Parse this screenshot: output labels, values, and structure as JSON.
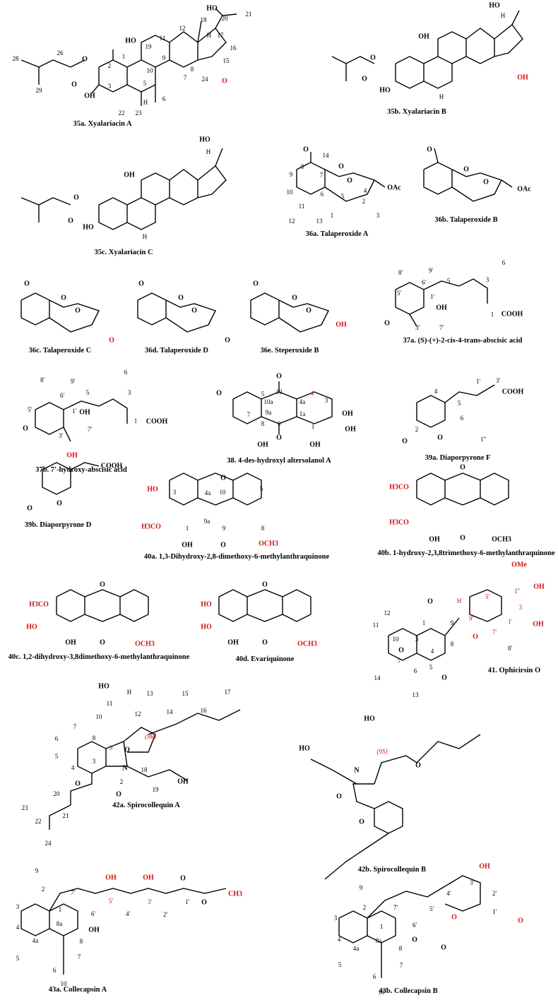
{
  "figure": {
    "compounds": [
      {
        "id": "35a",
        "caption": "35a. Xyalariacin A",
        "atom_labels": [
          "28",
          "26",
          "29",
          "2",
          "1",
          "3",
          "19",
          "10",
          "9",
          "11",
          "12",
          "18",
          "20",
          "21",
          "17",
          "16",
          "15",
          "8",
          "24",
          "7",
          "6",
          "5",
          "22",
          "23",
          "H",
          "H"
        ],
        "groups": [
          "HO",
          "OH",
          "HO",
          "O",
          "O",
          "O"
        ]
      },
      {
        "id": "35b",
        "caption": "35b. Xyalariacin B",
        "atom_labels": [
          "H",
          "H"
        ],
        "groups": [
          "HO",
          "OH",
          "HO",
          "O",
          "O",
          "OH"
        ]
      },
      {
        "id": "35c",
        "caption": "35c. Xyalariacin C",
        "atom_labels": [
          "H",
          "H"
        ],
        "groups": [
          "HO",
          "OH",
          "HO",
          "O",
          "O"
        ]
      },
      {
        "id": "36a",
        "caption": "36a. Talaperoxide  A",
        "atom_labels": [
          "14",
          "8",
          "7",
          "9",
          "10",
          "6",
          "5",
          "4",
          "2",
          "3",
          "11",
          "12",
          "13",
          "1"
        ],
        "groups": [
          "O",
          "O",
          "O",
          "OAc"
        ]
      },
      {
        "id": "36b",
        "caption": "36b. Talaperoxide  B",
        "atom_labels": [],
        "groups": [
          "O",
          "O",
          "O",
          "OAc"
        ]
      },
      {
        "id": "36c",
        "caption": "36c. Talaperoxide  C",
        "atom_labels": [],
        "groups": [
          "O",
          "O",
          "O",
          "O"
        ]
      },
      {
        "id": "36d",
        "caption": "36d. Talaperoxide  D",
        "atom_labels": [],
        "groups": [
          "O",
          "O",
          "O",
          "O"
        ]
      },
      {
        "id": "36e",
        "caption": "36e. Steperoxide B",
        "atom_labels": [],
        "groups": [
          "O",
          "O",
          "O",
          "OH"
        ]
      },
      {
        "id": "37a",
        "caption": "37a. (S)-(+)-2-cis-4-trans-abscisic acid",
        "atom_labels": [
          "8'",
          "9'",
          "6",
          "6'",
          "5",
          "3",
          "5'",
          "1'",
          "1",
          "3'",
          "7'"
        ],
        "groups": [
          "OH",
          "O",
          "COOH"
        ]
      },
      {
        "id": "37b",
        "caption": "37b. 7'-hydroxy-abscisic acid",
        "atom_labels": [
          "8'",
          "9'",
          "6",
          "6'",
          "5",
          "3",
          "5'",
          "1'",
          "1",
          "3'",
          "7'"
        ],
        "groups": [
          "OH",
          "O",
          "COOH",
          "OH"
        ]
      },
      {
        "id": "38",
        "caption": "38. 4-des-hydroxyl altersolanol A",
        "atom_labels": [
          "10",
          "5",
          "10a",
          "4",
          "4a",
          "3",
          "7",
          "9a",
          "1a",
          "8",
          "9",
          "1"
        ],
        "groups": [
          "O",
          "O",
          "O",
          "OH",
          "OH",
          "OH",
          "OH"
        ]
      },
      {
        "id": "39a",
        "caption": "39a. Diaporpyrone F",
        "atom_labels": [
          "4",
          "1'",
          "3'",
          "5",
          "6",
          "2",
          "1''"
        ],
        "groups": [
          "COOH",
          "O",
          "O"
        ]
      },
      {
        "id": "39b",
        "caption": "39b. Diaporpyrone D",
        "atom_labels": [],
        "groups": [
          "COOH",
          "O",
          "O"
        ]
      },
      {
        "id": "40a",
        "caption": "40a. 1,3-Dihydroxy-2,8-dimethoxy-6-methylanthraquinone",
        "atom_labels": [
          "3",
          "4a",
          "10",
          "5",
          "9a",
          "1",
          "9",
          "8"
        ],
        "groups": [
          "HO",
          "H3CO",
          "OH",
          "OCH3",
          "O",
          "O"
        ]
      },
      {
        "id": "40b",
        "caption": "40b. 1-hydroxy-2,3,8trimethoxy-6-methylanthraquinone",
        "atom_labels": [],
        "groups": [
          "H3CO",
          "H3CO",
          "OH",
          "OCH3",
          "O",
          "O"
        ]
      },
      {
        "id": "40c",
        "caption": "40c. 1,2-dihydroxy-3,8dimethoxy-6-methylanthraquinone",
        "atom_labels": [],
        "groups": [
          "H3CO",
          "HO",
          "OH",
          "OCH3",
          "O",
          "O"
        ]
      },
      {
        "id": "40d",
        "caption": "40d. Evariquinone",
        "atom_labels": [],
        "groups": [
          "HO",
          "HO",
          "OH",
          "OCH3",
          "O",
          "O"
        ]
      },
      {
        "id": "41",
        "caption": "41. Ophicirsin O",
        "atom_labels": [
          "12",
          "11",
          "10",
          "1",
          "9",
          "9'",
          "5'",
          "1''",
          "3",
          "1'",
          "7'",
          "8'",
          "3",
          "4",
          "8",
          "7",
          "6",
          "5",
          "14",
          "13",
          "H"
        ],
        "groups": [
          "OMe",
          "OH",
          "OH",
          "O",
          "O",
          "O",
          "O"
        ]
      },
      {
        "id": "42a",
        "caption": "42a. Spirocollequin A",
        "atom_labels": [
          "11",
          "12",
          "13",
          "15",
          "17",
          "14",
          "16",
          "10",
          "7",
          "8",
          "9",
          "6",
          "5",
          "4",
          "3",
          "2",
          "18",
          "19",
          "20",
          "21",
          "22",
          "23",
          "24",
          "(9R)",
          "H"
        ],
        "groups": [
          "HO",
          "O",
          "N",
          "OH",
          "O",
          "O"
        ]
      },
      {
        "id": "42b",
        "caption": "42b. Spirocollequin B",
        "atom_labels": [
          "(9S)"
        ],
        "groups": [
          "HO",
          "HO",
          "N",
          "O",
          "O",
          "O"
        ]
      },
      {
        "id": "43a",
        "caption": "43a. Collecapsin A",
        "atom_labels": [
          "9",
          "7'",
          "6'",
          "5'",
          "4'",
          "3'",
          "2'",
          "1'",
          "2",
          "1",
          "3",
          "8a",
          "4",
          "4a",
          "8",
          "5",
          "7",
          "6",
          "10"
        ],
        "groups": [
          "OH",
          "OH",
          "O",
          "O",
          "CH3",
          "OH"
        ]
      },
      {
        "id": "43b",
        "caption": "43b. Collecapsin B",
        "atom_labels": [
          "9",
          "7'",
          "6'",
          "5'",
          "4'",
          "3'",
          "2'",
          "1'",
          "2",
          "1",
          "3",
          "8a",
          "4",
          "4a",
          "8",
          "5",
          "7",
          "6",
          "10"
        ],
        "groups": [
          "OH",
          "O",
          "O",
          "O",
          "O"
        ]
      }
    ]
  }
}
